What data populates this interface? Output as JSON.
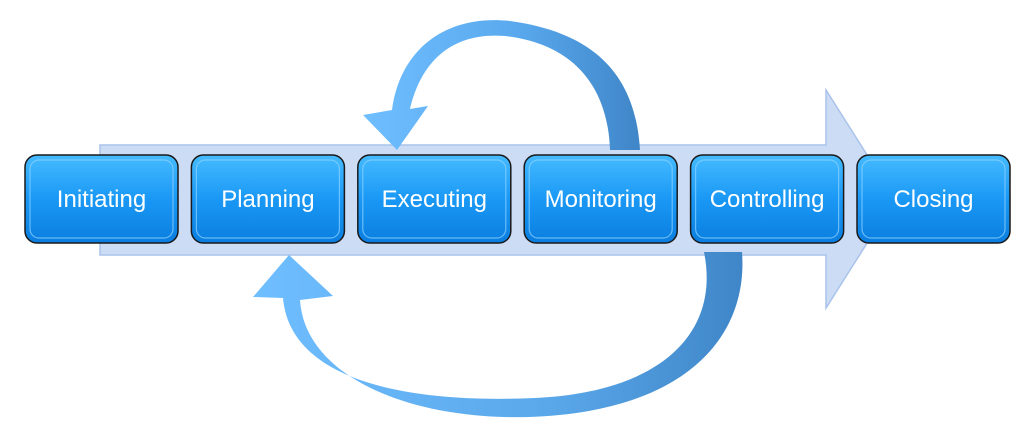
{
  "diagram": {
    "stages": [
      {
        "label": "Initiating"
      },
      {
        "label": "Planning"
      },
      {
        "label": "Executing"
      },
      {
        "label": "Monitoring"
      },
      {
        "label": "Controlling"
      },
      {
        "label": "Closing"
      }
    ],
    "colors": {
      "stage_fill_top": "#3cb4ff",
      "stage_fill_bottom": "#0a7ee0",
      "stage_border": "#1a1a1a",
      "main_arrow_fill": "#ccdcf5",
      "main_arrow_stroke": "#a9c3ea",
      "loop_light": "#66b8ff",
      "loop_dark": "#4a8fcf"
    }
  }
}
